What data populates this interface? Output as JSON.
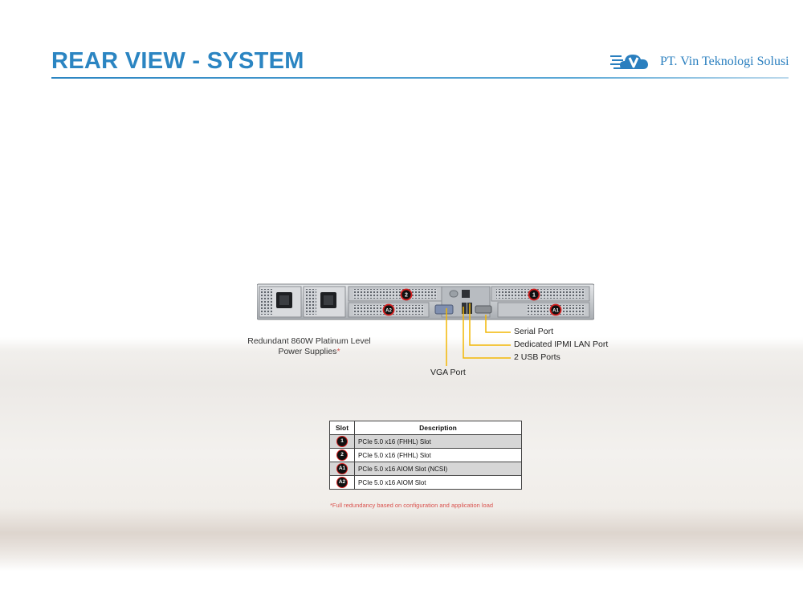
{
  "page": {
    "title": "REAR VIEW - SYSTEM",
    "brand_name": "PT. Vin Teknologi Solusi",
    "brand_icon": "cloud-v-logo-icon",
    "accent_color": "#2b85c2"
  },
  "diagram": {
    "psu_label_line1": "Redundant  860W Platinum  Level",
    "psu_label_line2": "Power Supplies",
    "psu_label_star": "*",
    "callouts": {
      "serial_port": "Serial Port",
      "ipmi_port": "Dedicated IPMI  LAN Port",
      "usb_ports": "2 USB Ports",
      "vga_port": "VGA Port"
    },
    "slot_markers": {
      "slot1": "1",
      "slot2": "2",
      "slotA1": "A1",
      "slotA2": "A2"
    },
    "callout_line_color": "#f2b705",
    "marker_border_color": "#d61f1f"
  },
  "slot_table": {
    "headers": {
      "slot": "Slot",
      "description": "Description"
    },
    "rows": [
      {
        "slot": "1",
        "description": "PCIe 5.0 x16 (FHHL)  Slot"
      },
      {
        "slot": "2",
        "description": "PCIe 5.0 x16 (FHHL)  Slot"
      },
      {
        "slot": "A1",
        "description": "PCIe 5.0 x16 AIOM Slot (NCSI)"
      },
      {
        "slot": "A2",
        "description": "PCIe 5.0 x16 AIOM Slot"
      }
    ]
  },
  "footnote": "*Full redundancy  based on configuration  and application load"
}
